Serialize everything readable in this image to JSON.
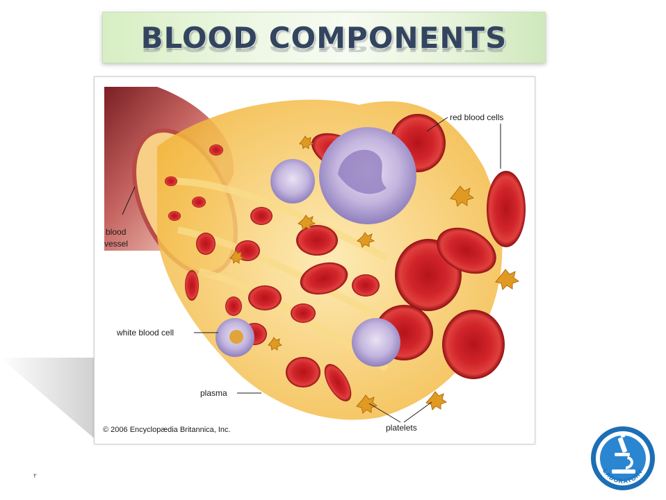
{
  "title": "BLOOD COMPONENTS",
  "diagram": {
    "labels": {
      "red_blood_cells": "red blood cells",
      "blood_vessel_line1": "blood",
      "blood_vessel_line2": "vessel",
      "white_blood_cell": "white blood cell",
      "plasma": "plasma",
      "platelets": "platelets"
    },
    "copyright": "© 2006 Encyclopædia Britannica, Inc."
  },
  "slide_number": "٢",
  "logo": {
    "text": "LABORATORY",
    "icon": "microscope-icon"
  },
  "colors": {
    "title_text": "#33445e",
    "banner": "#e6f3d9",
    "red_cell": "#c0181c",
    "plasma": "#f4c24a",
    "white_cell": "#b9a9d6",
    "logo_blue": "#1c6fb6"
  }
}
